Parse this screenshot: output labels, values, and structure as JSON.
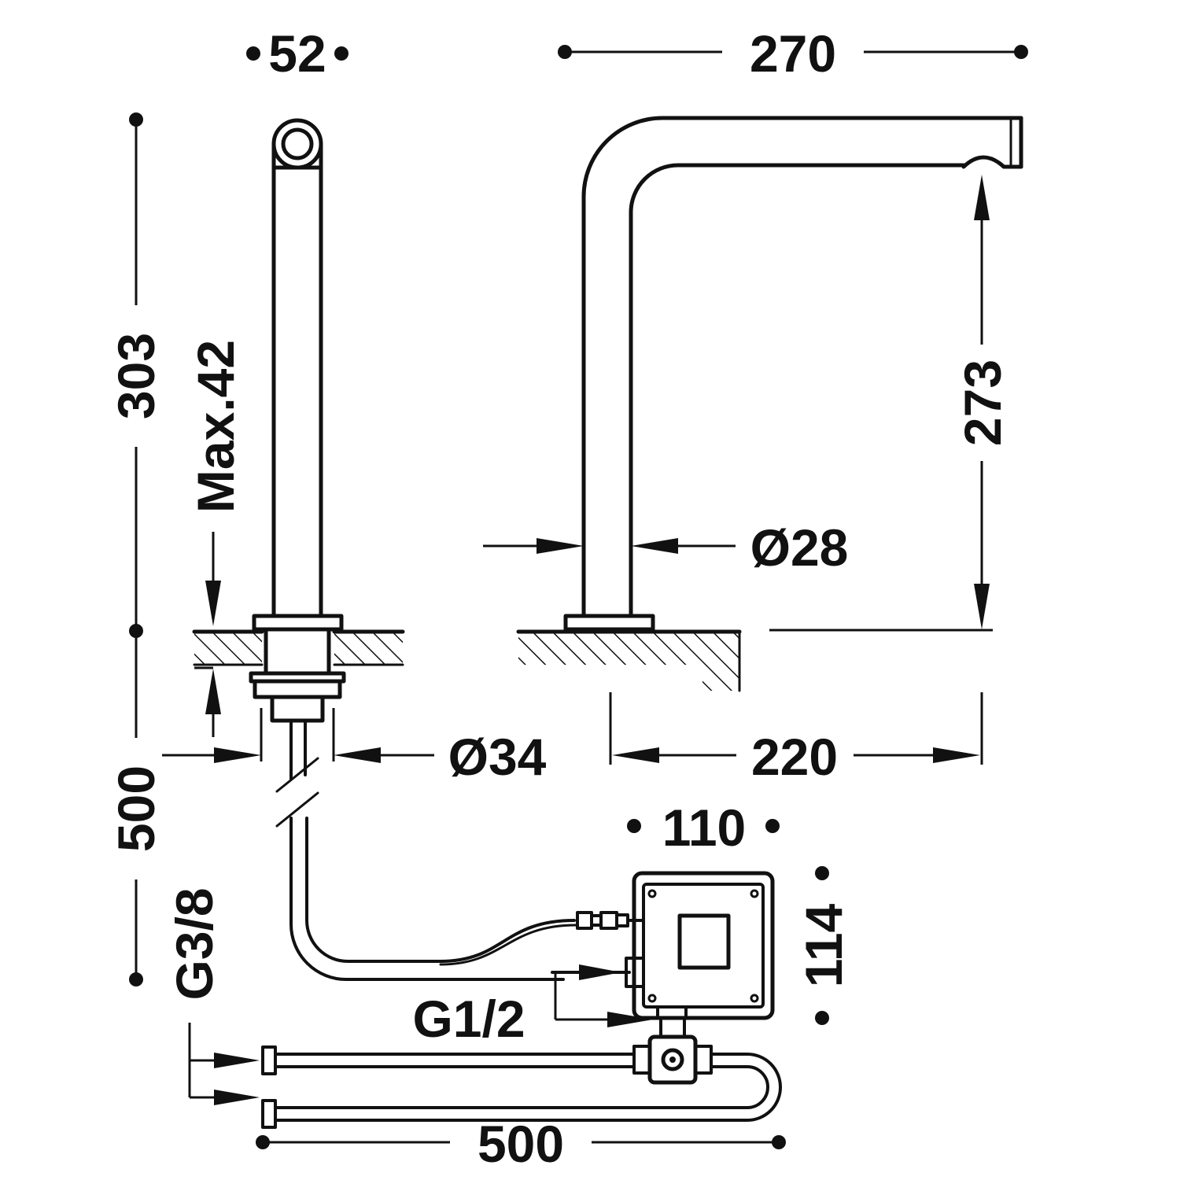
{
  "labels": {
    "width_side": "52",
    "spout_reach": "270",
    "height_total": "303",
    "max_deck": "Max.42",
    "spout_height": "273",
    "pipe_diameter": "Ø28",
    "hole_diameter": "Ø34",
    "offset": "220",
    "hose_length_vertical": "500",
    "box_width": "110",
    "box_height": "114",
    "connection_inlet": "G3/8",
    "connection_box": "G1/2",
    "hose_length_horizontal": "500"
  }
}
